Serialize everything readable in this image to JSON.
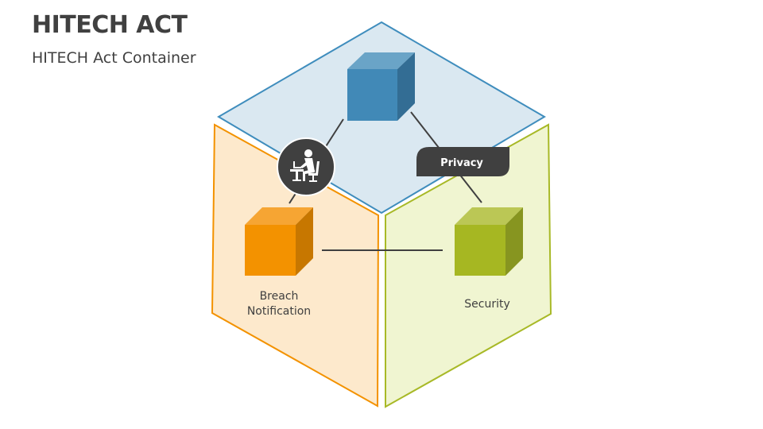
{
  "slide": {
    "title": "HITECH ACT",
    "subtitle": "HITECH Act Container"
  },
  "diagram": {
    "faces": [
      {
        "id": "top",
        "fill": "#dae8f1",
        "stroke": "#3f8dbd"
      },
      {
        "id": "left",
        "fill": "#fde9cc",
        "stroke": "#f39200"
      },
      {
        "id": "right",
        "fill": "#f0f5d1",
        "stroke": "#a8b927"
      }
    ],
    "nodes": [
      {
        "id": "privacy-cube",
        "color": "#4189b7",
        "label": "Privacy"
      },
      {
        "id": "breach-cube",
        "color": "#f39200",
        "label_line1": "Breach",
        "label_line2": "Notification"
      },
      {
        "id": "security-cube",
        "color": "#a6b722",
        "label": "Security"
      }
    ],
    "badge_icon": "person-at-computer-icon",
    "connector_color": "#404040"
  }
}
